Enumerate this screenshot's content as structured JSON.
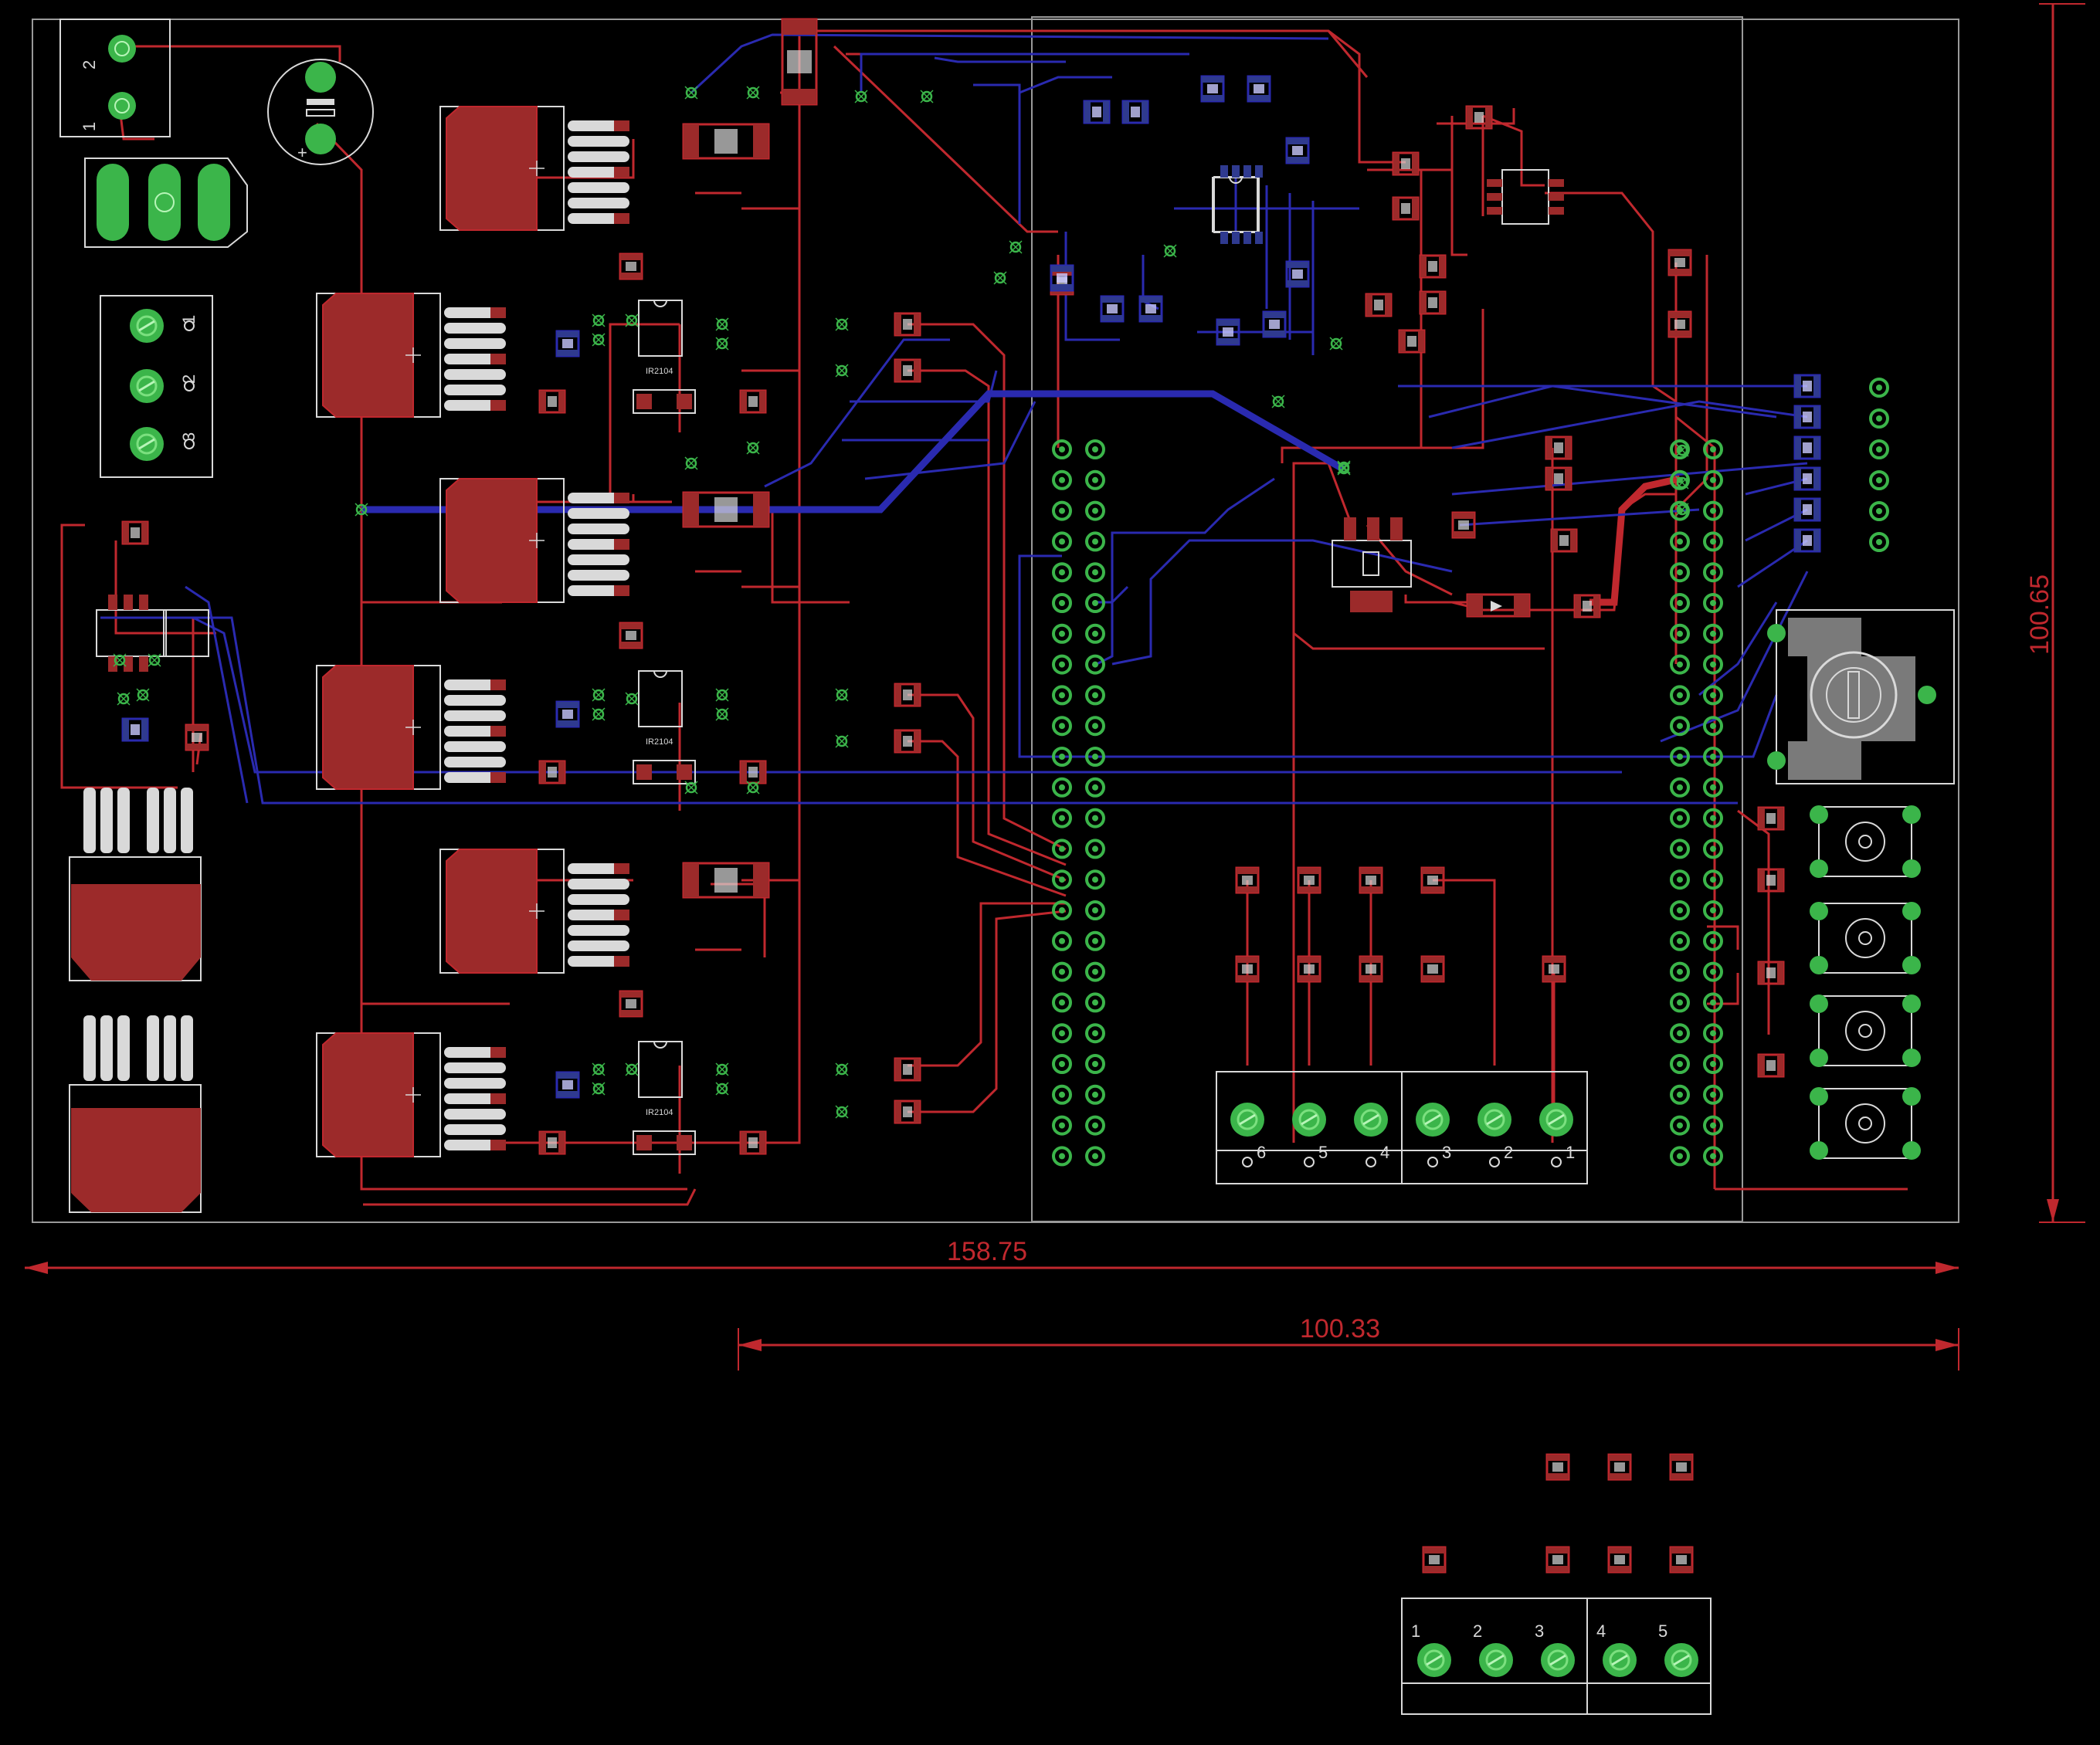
{
  "dimensions": {
    "width": "158.75",
    "height": "100.65",
    "sub_width": "100.33"
  },
  "ic_labels": {
    "driver_1": "IR2104",
    "driver_2": "IR2104",
    "driver_3": "IR2104"
  },
  "pin_labels": {
    "power_terminal": [
      "2",
      "1"
    ],
    "three_pin_terminal": [
      "1",
      "2",
      "3"
    ],
    "six_pin_terminal": [
      "6",
      "5",
      "4",
      "3",
      "2",
      "1"
    ],
    "five_pin_terminal": [
      "1",
      "2",
      "3",
      "4",
      "5"
    ]
  },
  "colors": {
    "background": "#000000",
    "top_copper": "#c0282e",
    "bottom_copper": "#2a2ab0",
    "via": "#3bb54a",
    "silkscreen": "#d9d9d9",
    "dimension": "#c0282e",
    "smd_pad_top": "#9c2a2a",
    "smd_pad_bottom": "#2f3a8f",
    "outline": "#9a9a9a"
  }
}
